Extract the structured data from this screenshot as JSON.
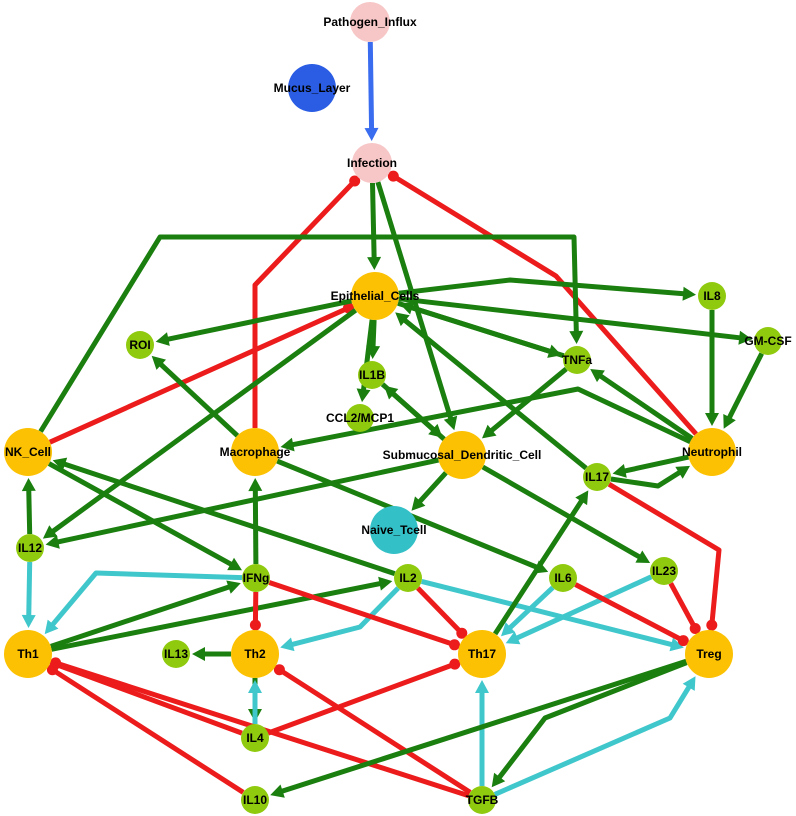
{
  "colors": {
    "activation": "#1a7f0e",
    "inhibition": "#ec1c1c",
    "cyan_edge": "#3fc7cc",
    "blue_edge": "#3a6cf0",
    "node_orange": "#fbc102",
    "node_green": "#8fca0e",
    "node_pink": "#f7c6c6",
    "node_blue": "#2a5de4",
    "node_teal": "#34c0c7"
  },
  "nodes": [
    {
      "id": "Pathogen_Influx",
      "label": "Pathogen_Influx",
      "kind": "pink"
    },
    {
      "id": "Mucus_Layer",
      "label": "Mucus_Layer",
      "kind": "blue"
    },
    {
      "id": "Infection",
      "label": "Infection",
      "kind": "pink"
    },
    {
      "id": "Epithelial_Cells",
      "label": "Epithelial_Cells",
      "kind": "orange"
    },
    {
      "id": "IL8",
      "label": "IL8",
      "kind": "green"
    },
    {
      "id": "GM-CSF",
      "label": "GM-CSF",
      "kind": "green"
    },
    {
      "id": "ROI",
      "label": "ROI",
      "kind": "green"
    },
    {
      "id": "TNFa",
      "label": "TNFa",
      "kind": "green"
    },
    {
      "id": "IL1B",
      "label": "IL1B",
      "kind": "green"
    },
    {
      "id": "CCL2_MCP1",
      "label": "CCL2/MCP1",
      "kind": "green"
    },
    {
      "id": "NK_Cell",
      "label": "NK_Cell",
      "kind": "orange"
    },
    {
      "id": "Macrophage",
      "label": "Macrophage",
      "kind": "orange"
    },
    {
      "id": "Submucosal_Dendritic_Cell",
      "label": "Submucosal_Dendritic_Cell",
      "kind": "orange"
    },
    {
      "id": "Neutrophil",
      "label": "Neutrophil",
      "kind": "orange"
    },
    {
      "id": "IL17",
      "label": "IL17",
      "kind": "green"
    },
    {
      "id": "Naive_Tcell",
      "label": "Naive_Tcell",
      "kind": "teal"
    },
    {
      "id": "IL12",
      "label": "IL12",
      "kind": "green"
    },
    {
      "id": "IFNg",
      "label": "IFNg",
      "kind": "green"
    },
    {
      "id": "IL2",
      "label": "IL2",
      "kind": "green"
    },
    {
      "id": "IL6",
      "label": "IL6",
      "kind": "green"
    },
    {
      "id": "IL23",
      "label": "IL23",
      "kind": "green"
    },
    {
      "id": "Th1",
      "label": "Th1",
      "kind": "orange"
    },
    {
      "id": "IL13",
      "label": "IL13",
      "kind": "green"
    },
    {
      "id": "Th2",
      "label": "Th2",
      "kind": "orange"
    },
    {
      "id": "Th17",
      "label": "Th17",
      "kind": "orange"
    },
    {
      "id": "Treg",
      "label": "Treg",
      "kind": "orange"
    },
    {
      "id": "IL4",
      "label": "IL4",
      "kind": "green"
    },
    {
      "id": "IL10",
      "label": "IL10",
      "kind": "green"
    },
    {
      "id": "TGFB",
      "label": "TGFB",
      "kind": "green"
    }
  ],
  "edges": [
    {
      "from": "Pathogen_Influx",
      "to": "Infection",
      "type": "blue"
    },
    {
      "from": "Infection",
      "to": "Epithelial_Cells",
      "type": "activation"
    },
    {
      "from": "Infection",
      "to": "Submucosal_Dendritic_Cell",
      "type": "activation"
    },
    {
      "from": "Macrophage",
      "to": "Infection",
      "type": "inhibition"
    },
    {
      "from": "Neutrophil",
      "to": "Infection",
      "type": "inhibition"
    },
    {
      "from": "NK_Cell",
      "to": "TNFa",
      "type": "activation"
    },
    {
      "from": "NK_Cell",
      "to": "Epithelial_Cells",
      "type": "inhibition"
    },
    {
      "from": "NK_Cell",
      "to": "IFNg",
      "type": "activation"
    },
    {
      "from": "Epithelial_Cells",
      "to": "ROI",
      "type": "activation"
    },
    {
      "from": "Epithelial_Cells",
      "to": "IL8",
      "type": "activation"
    },
    {
      "from": "Epithelial_Cells",
      "to": "GM-CSF",
      "type": "activation"
    },
    {
      "from": "Epithelial_Cells",
      "to": "TNFa",
      "type": "activation"
    },
    {
      "from": "Epithelial_Cells",
      "to": "IL1B",
      "type": "activation"
    },
    {
      "from": "Epithelial_Cells",
      "to": "CCL2_MCP1",
      "type": "activation"
    },
    {
      "from": "Epithelial_Cells",
      "to": "IL12",
      "type": "activation"
    },
    {
      "from": "TNFa",
      "to": "Epithelial_Cells",
      "type": "activation"
    },
    {
      "from": "IL17",
      "to": "Epithelial_Cells",
      "type": "activation"
    },
    {
      "from": "IL8",
      "to": "Neutrophil",
      "type": "activation"
    },
    {
      "from": "GM-CSF",
      "to": "Neutrophil",
      "type": "activation"
    },
    {
      "from": "Neutrophil",
      "to": "TNFa",
      "type": "activation"
    },
    {
      "from": "IL17",
      "to": "Neutrophil",
      "type": "activation"
    },
    {
      "from": "Neutrophil",
      "to": "IL17",
      "type": "activation"
    },
    {
      "from": "Macrophage",
      "to": "ROI",
      "type": "activation"
    },
    {
      "from": "Neutrophil",
      "to": "Macrophage",
      "type": "activation"
    },
    {
      "from": "TNFa",
      "to": "Submucosal_Dendritic_Cell",
      "type": "activation"
    },
    {
      "from": "Submucosal_Dendritic_Cell",
      "to": "IL1B",
      "type": "activation"
    },
    {
      "from": "IL1B",
      "to": "Submucosal_Dendritic_Cell",
      "type": "activation"
    },
    {
      "from": "Submucosal_Dendritic_Cell",
      "to": "Naive_Tcell",
      "type": "activation"
    },
    {
      "from": "Submucosal_Dendritic_Cell",
      "to": "IL12",
      "type": "activation"
    },
    {
      "from": "Submucosal_Dendritic_Cell",
      "to": "IL23",
      "type": "activation"
    },
    {
      "from": "Macrophage",
      "to": "IL6",
      "type": "activation"
    },
    {
      "from": "IL2",
      "to": "NK_Cell",
      "type": "activation"
    },
    {
      "from": "IL12",
      "to": "NK_Cell",
      "type": "activation"
    },
    {
      "from": "IFNg",
      "to": "Macrophage",
      "type": "activation"
    },
    {
      "from": "IL12",
      "to": "Th1",
      "type": "cyan"
    },
    {
      "from": "Th1",
      "to": "IFNg",
      "type": "activation"
    },
    {
      "from": "Th1",
      "to": "IL2",
      "type": "activation"
    },
    {
      "from": "IFNg",
      "to": "Th1",
      "type": "cyan"
    },
    {
      "from": "IL2",
      "to": "Th2",
      "type": "cyan"
    },
    {
      "from": "IL2",
      "to": "Treg",
      "type": "cyan"
    },
    {
      "from": "IL6",
      "to": "Th17",
      "type": "cyan"
    },
    {
      "from": "IL23",
      "to": "Th17",
      "type": "cyan"
    },
    {
      "from": "Th17",
      "to": "IL17",
      "type": "activation"
    },
    {
      "from": "IFNg",
      "to": "Th2",
      "type": "inhibition"
    },
    {
      "from": "IFNg",
      "to": "Th17",
      "type": "inhibition"
    },
    {
      "from": "IL2",
      "to": "Th17",
      "type": "inhibition"
    },
    {
      "from": "IL6",
      "to": "Treg",
      "type": "inhibition"
    },
    {
      "from": "IL23",
      "to": "Treg",
      "type": "inhibition"
    },
    {
      "from": "IL17",
      "to": "Treg",
      "type": "inhibition"
    },
    {
      "from": "Th2",
      "to": "IL13",
      "type": "activation"
    },
    {
      "from": "Th2",
      "to": "IL4",
      "type": "activation"
    },
    {
      "from": "IL4",
      "to": "Th2",
      "type": "cyan"
    },
    {
      "from": "IL4",
      "to": "Th1",
      "type": "inhibition"
    },
    {
      "from": "IL4",
      "to": "Th17",
      "type": "inhibition"
    },
    {
      "from": "IL10",
      "to": "Th1",
      "type": "inhibition"
    },
    {
      "from": "TGFB",
      "to": "Th1",
      "type": "inhibition"
    },
    {
      "from": "TGFB",
      "to": "Th2",
      "type": "inhibition"
    },
    {
      "from": "TGFB",
      "to": "Th17",
      "type": "cyan"
    },
    {
      "from": "TGFB",
      "to": "Treg",
      "type": "cyan"
    },
    {
      "from": "Treg",
      "to": "IL10",
      "type": "activation"
    },
    {
      "from": "Treg",
      "to": "TGFB",
      "type": "activation"
    }
  ]
}
